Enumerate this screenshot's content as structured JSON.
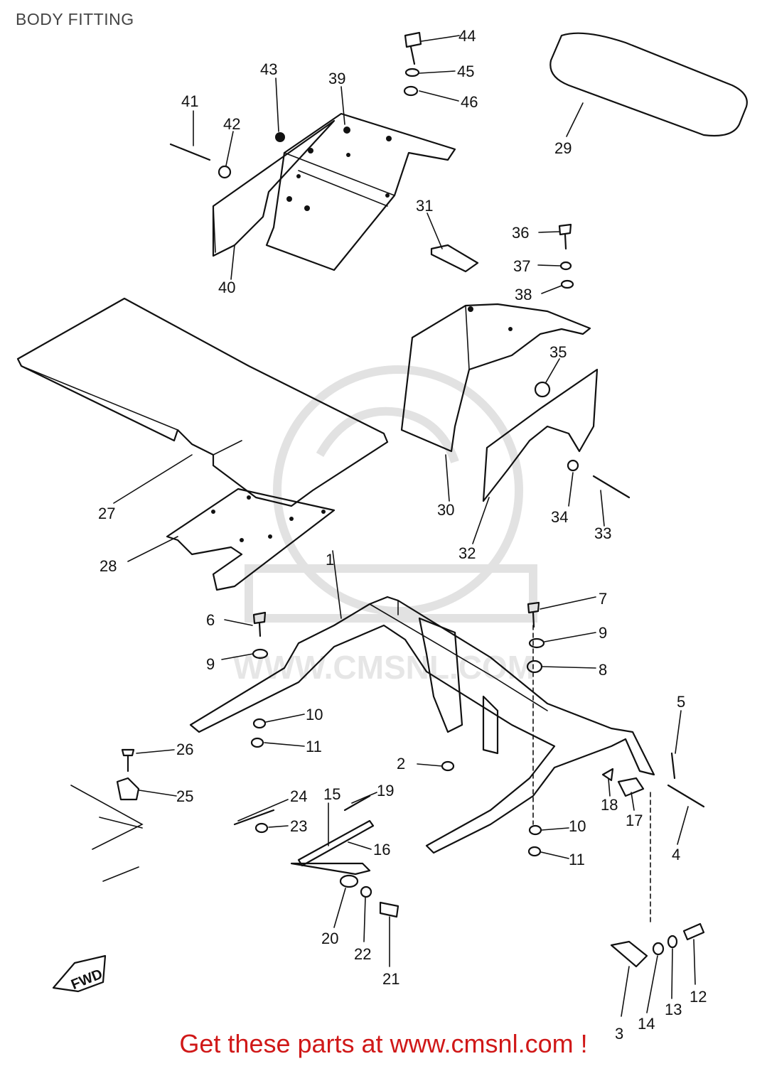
{
  "title": "BODY FITTING",
  "footer": "Get these parts at www.cmsnl.com !",
  "watermark": "WWW.CMSNL.COM",
  "colors": {
    "footer": "#d01818",
    "title": "#444444",
    "line": "#111111",
    "watermark": "#e2e2e2"
  },
  "orientation_badge": "FWD",
  "callouts": [
    {
      "id": "1",
      "text": "1"
    },
    {
      "id": "2",
      "text": "2"
    },
    {
      "id": "3",
      "text": "3"
    },
    {
      "id": "4",
      "text": "4"
    },
    {
      "id": "5",
      "text": "5"
    },
    {
      "id": "6",
      "text": "6"
    },
    {
      "id": "7",
      "text": "7"
    },
    {
      "id": "8",
      "text": "8"
    },
    {
      "id": "9a",
      "text": "9"
    },
    {
      "id": "9b",
      "text": "9"
    },
    {
      "id": "10a",
      "text": "10"
    },
    {
      "id": "10b",
      "text": "10"
    },
    {
      "id": "11a",
      "text": "11"
    },
    {
      "id": "11b",
      "text": "11"
    },
    {
      "id": "12",
      "text": "12"
    },
    {
      "id": "13",
      "text": "13"
    },
    {
      "id": "14",
      "text": "14"
    },
    {
      "id": "15",
      "text": "15"
    },
    {
      "id": "16",
      "text": "16"
    },
    {
      "id": "17",
      "text": "17"
    },
    {
      "id": "18",
      "text": "18"
    },
    {
      "id": "19",
      "text": "19"
    },
    {
      "id": "20",
      "text": "20"
    },
    {
      "id": "21",
      "text": "21"
    },
    {
      "id": "22",
      "text": "22"
    },
    {
      "id": "23",
      "text": "23"
    },
    {
      "id": "24",
      "text": "24"
    },
    {
      "id": "25",
      "text": "25"
    },
    {
      "id": "26",
      "text": "26"
    },
    {
      "id": "27",
      "text": "27"
    },
    {
      "id": "28",
      "text": "28"
    },
    {
      "id": "29",
      "text": "29"
    },
    {
      "id": "30",
      "text": "30"
    },
    {
      "id": "31",
      "text": "31"
    },
    {
      "id": "32",
      "text": "32"
    },
    {
      "id": "33",
      "text": "33"
    },
    {
      "id": "34",
      "text": "34"
    },
    {
      "id": "35",
      "text": "35"
    },
    {
      "id": "36",
      "text": "36"
    },
    {
      "id": "37",
      "text": "37"
    },
    {
      "id": "38",
      "text": "38"
    },
    {
      "id": "39",
      "text": "39"
    },
    {
      "id": "40",
      "text": "40"
    },
    {
      "id": "41",
      "text": "41"
    },
    {
      "id": "42",
      "text": "42"
    },
    {
      "id": "43",
      "text": "43"
    },
    {
      "id": "44",
      "text": "44"
    },
    {
      "id": "45",
      "text": "45"
    },
    {
      "id": "46",
      "text": "46"
    }
  ]
}
